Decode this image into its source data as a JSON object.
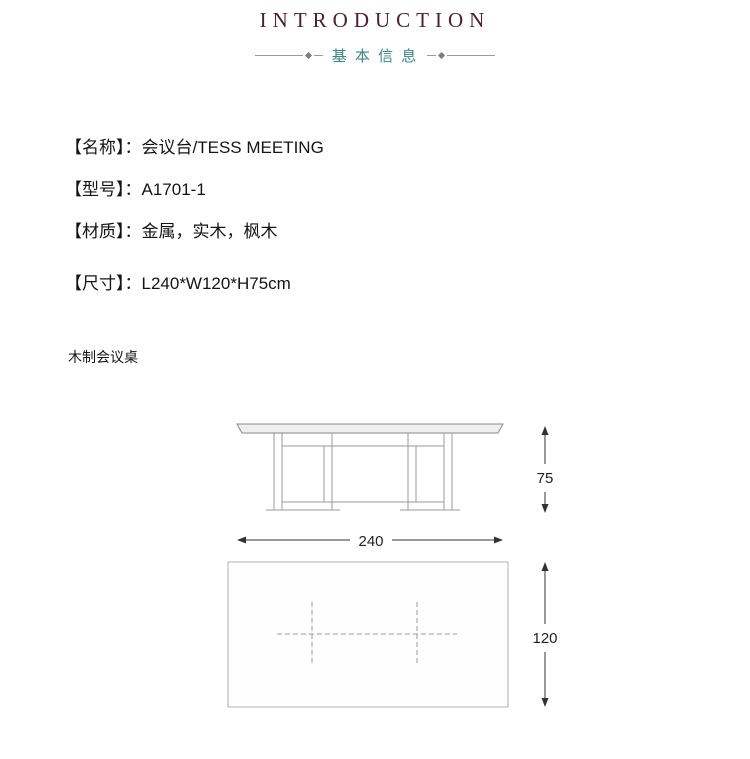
{
  "page": {
    "title": "INTRODUCTION",
    "subtitle": "基 本 信 息"
  },
  "specs": {
    "items": [
      {
        "text": "【名称】：会议台/TESS MEETING"
      },
      {
        "text": "【型号】：A1701-1"
      },
      {
        "text": "【材质】：金属，实木，枫木"
      },
      {
        "text": "【尺寸】：L240*W120*H75cm"
      }
    ]
  },
  "caption": "木制会议桌",
  "drawing": {
    "height_cm": "75",
    "width_cm": "240",
    "depth_cm": "120"
  },
  "colors": {
    "title": "#4d2130",
    "subtitle": "#3e8585",
    "decor_line": "#9a9a9a",
    "drawing_line": "#999999",
    "dimension": "#333333"
  }
}
